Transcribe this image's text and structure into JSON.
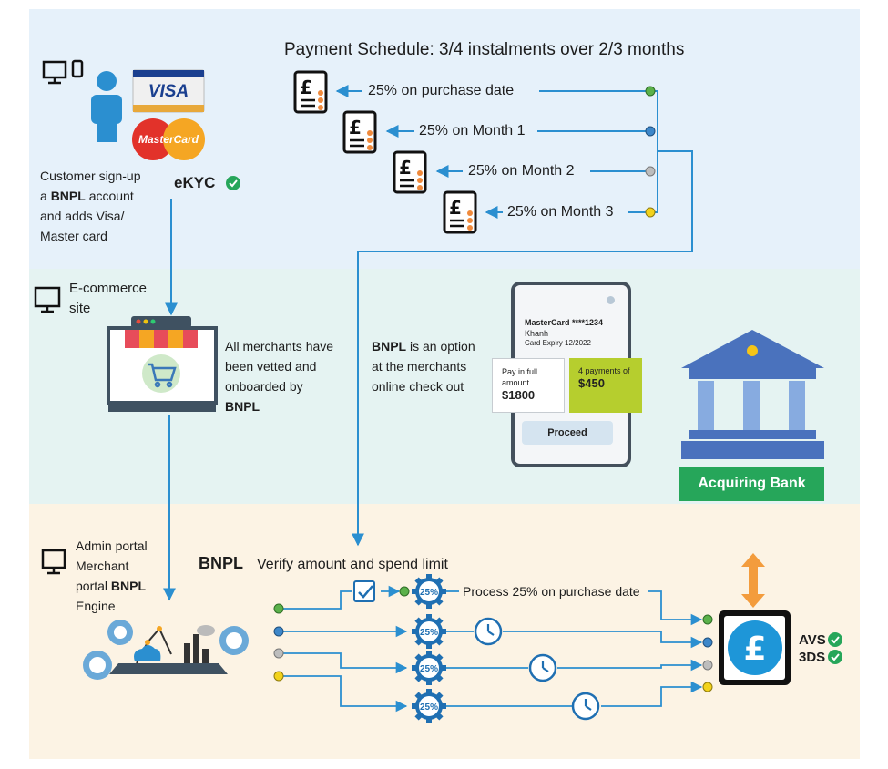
{
  "schedule": {
    "title": "Payment Schedule: 3/4 instalments over 2/3 months",
    "items": [
      "25% on purchase date",
      "25% on Month 1",
      "25% on Month 2",
      "25% on Month 3"
    ]
  },
  "customer": {
    "caption_1": "Customer sign-up",
    "caption_2a": "a ",
    "caption_2b": "BNPL",
    "caption_2c": " account",
    "caption_3": "and adds Visa/",
    "caption_4": "Master card",
    "ekyc": "eKYC",
    "visa": "VISA",
    "mastercard": "MasterCard"
  },
  "ecommerce": {
    "label_1": "E-commerce",
    "label_2": "site",
    "vetted_1": "All merchants have",
    "vetted_2": "been vetted and",
    "vetted_3": "onboarded by",
    "vetted_4": "BNPL"
  },
  "checkout": {
    "line_1a": "BNPL",
    "line_1b": " is an option",
    "line_2": "at the merchants",
    "line_3": "online check out",
    "card_name": "MasterCard ****1234",
    "card_holder": "Khanh",
    "card_expiry": "Card Expiry 12/2022",
    "pay_full_label": "Pay in full amount",
    "pay_full_amount": "$1800",
    "instal_label": "4 payments of",
    "instal_amount": "$450",
    "proceed": "Proceed"
  },
  "bank": {
    "label": "Acquiring Bank"
  },
  "admin": {
    "line_1": "Admin portal",
    "line_2": "Merchant",
    "line_3a": "portal ",
    "line_3b": "BNPL",
    "line_4": "Engine"
  },
  "engine": {
    "title": "BNPL",
    "subtitle": "Verify amount and spend limit",
    "process": "Process 25% on purchase date",
    "badge": "25%",
    "avs": "AVS",
    "tds": "3DS"
  },
  "colors": {
    "line": "#2b8fd0",
    "dot_green": "#5bb14a",
    "dot_blue": "#3d87c9",
    "dot_grey": "#bdbdbd",
    "dot_yellow": "#f2d21b",
    "gear": "#1f6fb2",
    "check_green": "#26a65a",
    "bank_blue": "#4a72bd",
    "orange": "#f39c3d"
  }
}
